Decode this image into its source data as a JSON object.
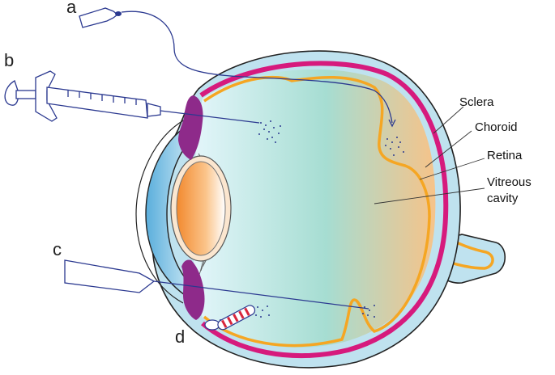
{
  "diagram": {
    "letters": [
      "a",
      "b",
      "c",
      "d"
    ],
    "anatomy_labels": [
      "Sclera",
      "Choroid",
      "Retina",
      "Vitreous",
      "cavity"
    ]
  },
  "colors": {
    "sclera_fill": "#bfe2ef",
    "outline": "#222222",
    "choroid": "#d61a7d",
    "retina": "#f5a623",
    "ciliary_body": "#8e2a8a",
    "lens": "#f59a4a",
    "instrument_stroke": "#2b3990",
    "cornea": "#5aaedc"
  }
}
